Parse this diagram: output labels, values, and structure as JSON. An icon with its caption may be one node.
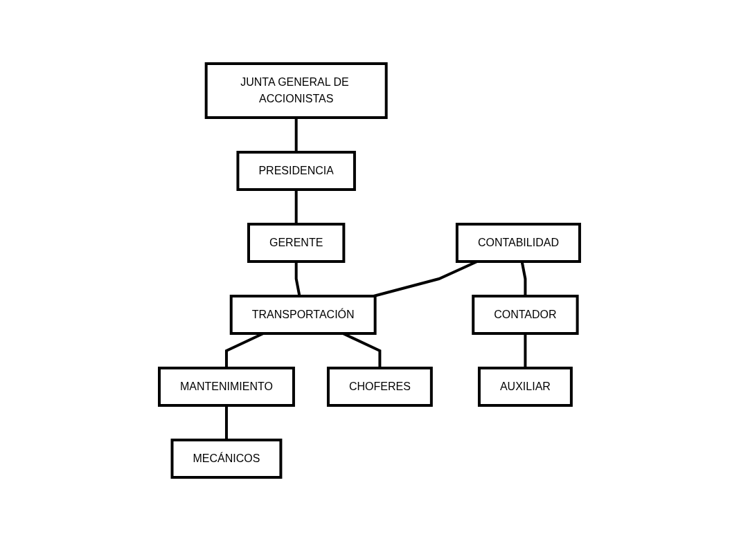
{
  "diagram": {
    "nodes": [
      {
        "text": [
          "JUNTA GENERAL DE ACCIONISTAS"
        ]
      },
      {
        "text": [
          "PRESIDENCIA"
        ]
      },
      {
        "text": [
          "GERENTE"
        ]
      },
      {
        "text": [
          "CONTABILIDAD"
        ]
      },
      {
        "text": [
          "TRANSPORTACIÓN"
        ]
      },
      {
        "text": [
          "MANTENIMIENTO"
        ]
      },
      {
        "text": [
          "CONTADOR"
        ]
      },
      {
        "text": [
          "CHOFERES"
        ]
      },
      {
        "text": [
          "MECÁNICOS"
        ]
      },
      {
        "text": [
          "AUXILIAR"
        ]
      }
    ],
    "edges": [
      {
        "from": 0,
        "to": 1,
        "arrow": "none"
      },
      {
        "from": 1,
        "to": 2,
        "arrow": "none"
      },
      {
        "from": 2,
        "to": 4,
        "arrow": "none"
      },
      {
        "from": 3,
        "to": 4,
        "arrow": "none"
      },
      {
        "from": 4,
        "to": 5,
        "arrow": "none"
      },
      {
        "from": 3,
        "to": 6,
        "arrow": "none"
      },
      {
        "from": 4,
        "to": 7,
        "arrow": "none"
      },
      {
        "from": 5,
        "to": 8,
        "arrow": "none"
      },
      {
        "from": 6,
        "to": 9,
        "arrow": "none"
      }
    ]
  }
}
